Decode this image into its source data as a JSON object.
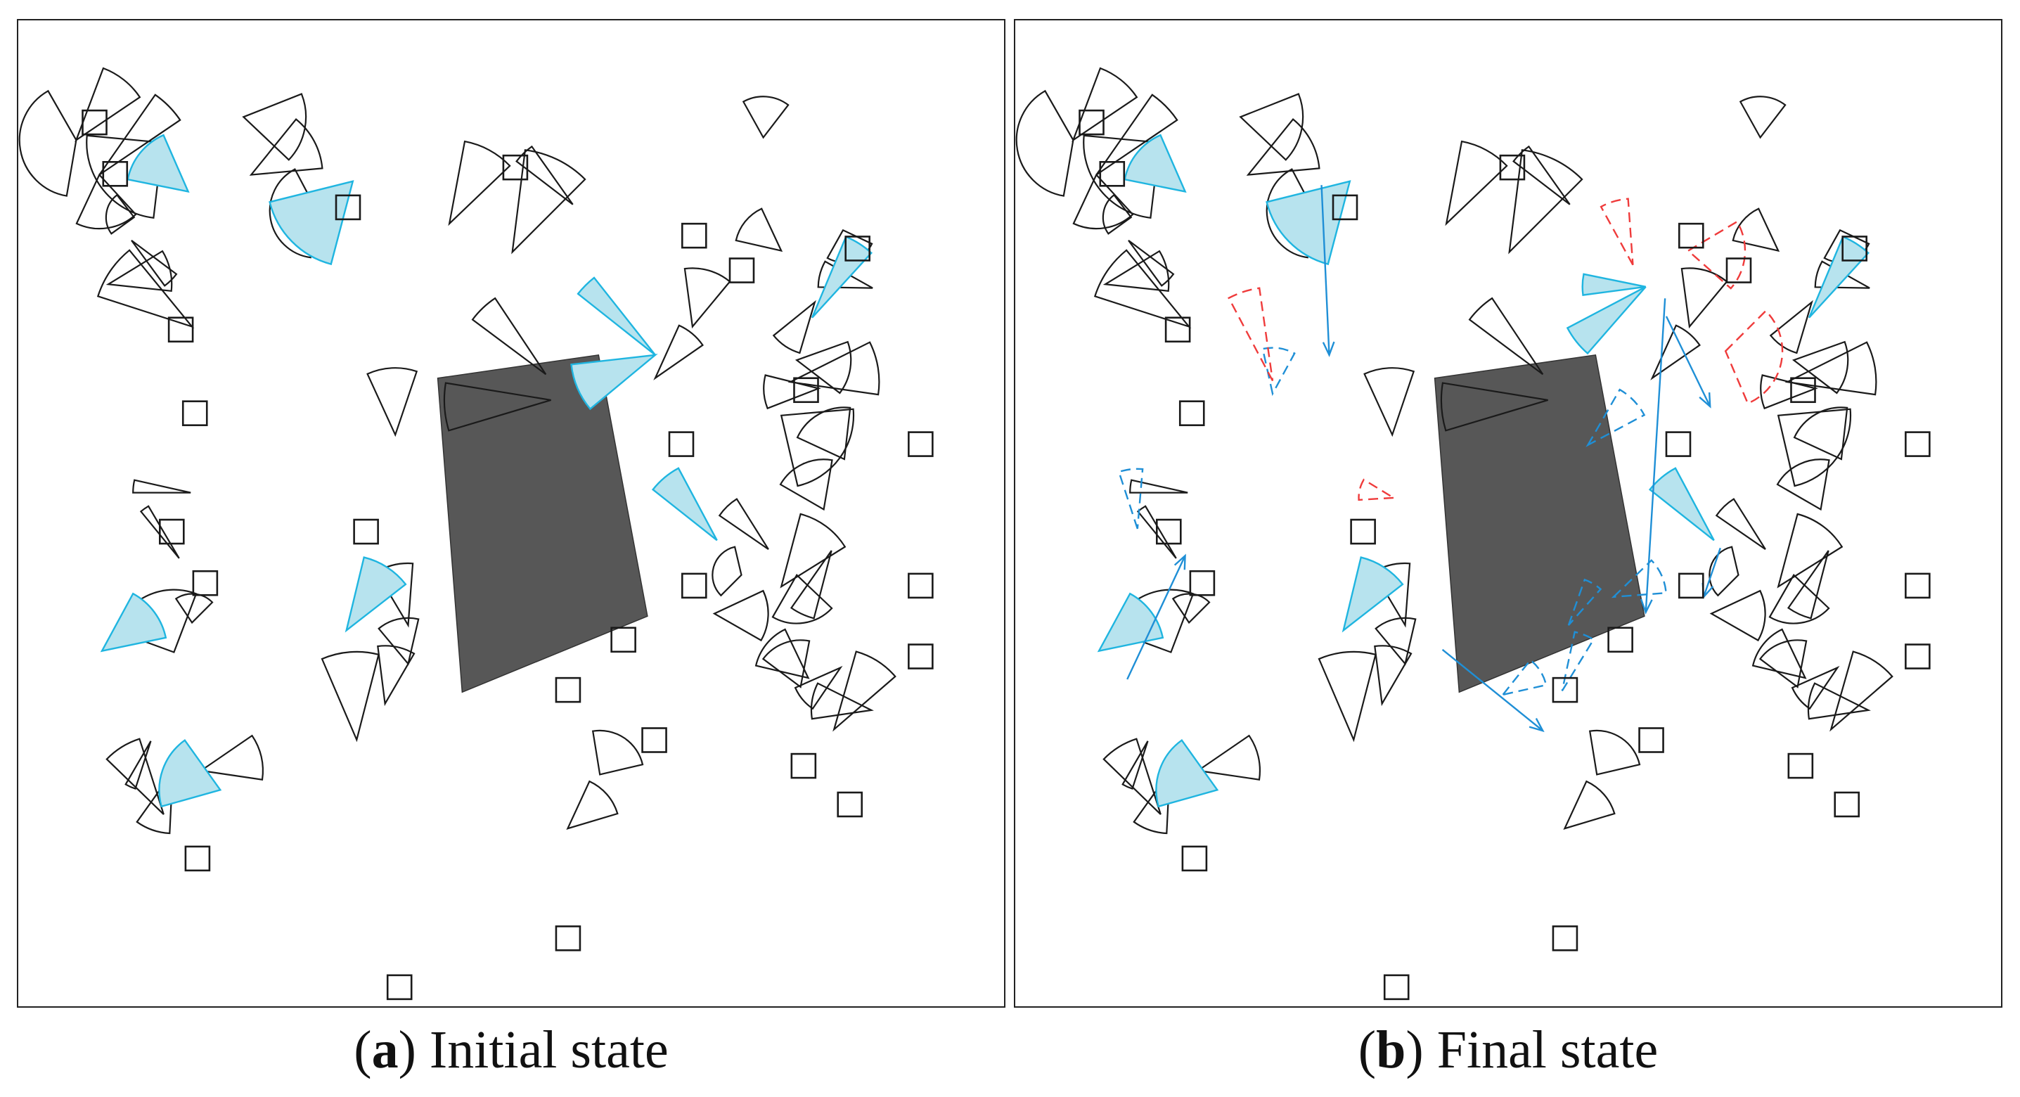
{
  "captions": {
    "a": {
      "letter": "a",
      "text": " Initial state"
    },
    "b": {
      "letter": "b",
      "text": " Final state"
    }
  },
  "colors": {
    "outline": "#1a1a1a",
    "obstacle": "#575757",
    "selected_fill": "#b7e3ee",
    "selected_stroke": "#1fb5e0",
    "arrow": "#1f8fd6",
    "removed": "#ef3b3b"
  }
}
